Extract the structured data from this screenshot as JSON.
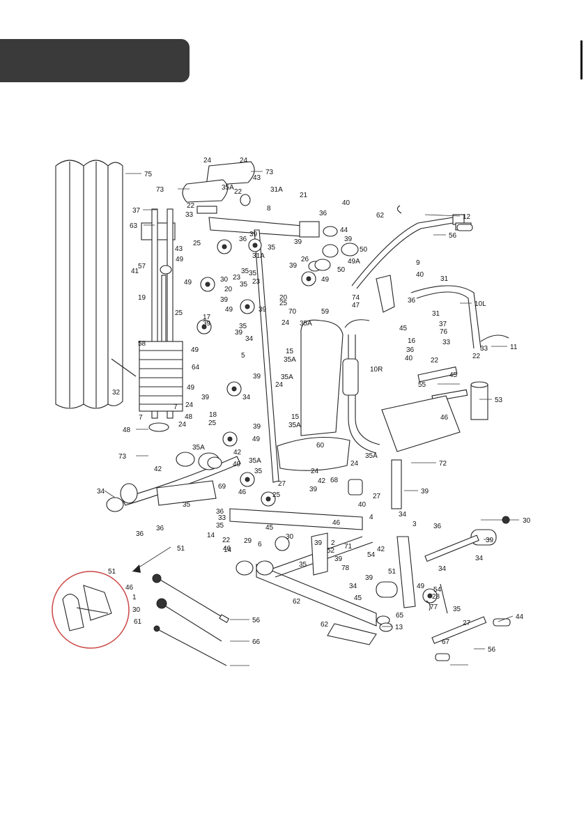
{
  "diagram": {
    "labels": [
      {
        "id": "p75",
        "text": "75"
      },
      {
        "id": "p24a",
        "text": "24"
      },
      {
        "id": "p24b",
        "text": "24"
      },
      {
        "id": "p73a",
        "text": "73"
      },
      {
        "id": "p73b",
        "text": "73"
      },
      {
        "id": "p35Aa",
        "text": "35A"
      },
      {
        "id": "p22a",
        "text": "22"
      },
      {
        "id": "p43a",
        "text": "43"
      },
      {
        "id": "p31A",
        "text": "31A"
      },
      {
        "id": "p21",
        "text": "21"
      },
      {
        "id": "p40a",
        "text": "40"
      },
      {
        "id": "p36a",
        "text": "36"
      },
      {
        "id": "p37a",
        "text": "37"
      },
      {
        "id": "p22b",
        "text": "22"
      },
      {
        "id": "p33a",
        "text": "33"
      },
      {
        "id": "p8",
        "text": "8"
      },
      {
        "id": "p62a",
        "text": "62"
      },
      {
        "id": "p12",
        "text": "12"
      },
      {
        "id": "p63",
        "text": "63"
      },
      {
        "id": "p56a",
        "text": "56"
      },
      {
        "id": "p43b",
        "text": "43"
      },
      {
        "id": "p25a",
        "text": "25"
      },
      {
        "id": "p39a",
        "text": "39"
      },
      {
        "id": "p44a",
        "text": "44"
      },
      {
        "id": "p39b",
        "text": "39"
      },
      {
        "id": "p50a",
        "text": "50"
      },
      {
        "id": "p36b",
        "text": "36"
      },
      {
        "id": "p35a",
        "text": "35"
      },
      {
        "id": "p39c",
        "text": "39"
      },
      {
        "id": "p49a",
        "text": "49"
      },
      {
        "id": "p31Ab",
        "text": "31A"
      },
      {
        "id": "p26",
        "text": "26"
      },
      {
        "id": "p49A",
        "text": "49A"
      },
      {
        "id": "p41",
        "text": "41"
      },
      {
        "id": "p35b",
        "text": "35"
      },
      {
        "id": "p39d",
        "text": "39"
      },
      {
        "id": "p50b",
        "text": "50"
      },
      {
        "id": "p9",
        "text": "9"
      },
      {
        "id": "p57",
        "text": "57"
      },
      {
        "id": "p35c",
        "text": "35"
      },
      {
        "id": "p40b",
        "text": "40"
      },
      {
        "id": "p31",
        "text": "31"
      },
      {
        "id": "p23a",
        "text": "23"
      },
      {
        "id": "p49b",
        "text": "49"
      },
      {
        "id": "p49c",
        "text": "49"
      },
      {
        "id": "p35d",
        "text": "35"
      },
      {
        "id": "p20a",
        "text": "20"
      },
      {
        "id": "p30a",
        "text": "30"
      },
      {
        "id": "p23b",
        "text": "23"
      },
      {
        "id": "p20b",
        "text": "20"
      },
      {
        "id": "p10L",
        "text": "10L"
      },
      {
        "id": "p19",
        "text": "19"
      },
      {
        "id": "p74",
        "text": "74"
      },
      {
        "id": "p36c",
        "text": "36"
      },
      {
        "id": "p39e",
        "text": "39"
      },
      {
        "id": "p25b",
        "text": "25"
      },
      {
        "id": "p47",
        "text": "47"
      },
      {
        "id": "p59",
        "text": "59"
      },
      {
        "id": "p49d",
        "text": "49"
      },
      {
        "id": "p39f",
        "text": "39"
      },
      {
        "id": "p70",
        "text": "70"
      },
      {
        "id": "p25c",
        "text": "25"
      },
      {
        "id": "p31b",
        "text": "31"
      },
      {
        "id": "p17",
        "text": "17"
      },
      {
        "id": "p39g",
        "text": "39"
      },
      {
        "id": "p35Ab",
        "text": "35A"
      },
      {
        "id": "p45a",
        "text": "45"
      },
      {
        "id": "p37b",
        "text": "37"
      },
      {
        "id": "p35e",
        "text": "35"
      },
      {
        "id": "p76",
        "text": "76"
      },
      {
        "id": "p39h",
        "text": "39"
      },
      {
        "id": "p24c",
        "text": "24"
      },
      {
        "id": "p34a",
        "text": "34"
      },
      {
        "id": "p16",
        "text": "16"
      },
      {
        "id": "p33b",
        "text": "33"
      },
      {
        "id": "p58",
        "text": "58"
      },
      {
        "id": "p49e",
        "text": "49"
      },
      {
        "id": "p15a",
        "text": "15"
      },
      {
        "id": "p36d",
        "text": "36"
      },
      {
        "id": "p11",
        "text": "11"
      },
      {
        "id": "p33c",
        "text": "33"
      },
      {
        "id": "p22c",
        "text": "22"
      },
      {
        "id": "p22d",
        "text": "22"
      },
      {
        "id": "p5",
        "text": "5"
      },
      {
        "id": "p35Ac",
        "text": "35A"
      },
      {
        "id": "p40c",
        "text": "40"
      },
      {
        "id": "p10R",
        "text": "10R"
      },
      {
        "id": "p64",
        "text": "64"
      },
      {
        "id": "p45b",
        "text": "45"
      },
      {
        "id": "p32",
        "text": "32"
      },
      {
        "id": "p39i",
        "text": "39"
      },
      {
        "id": "p35Ad",
        "text": "35A"
      },
      {
        "id": "p55",
        "text": "55"
      },
      {
        "id": "p34b",
        "text": "34"
      },
      {
        "id": "p24d",
        "text": "24"
      },
      {
        "id": "p49f",
        "text": "49"
      },
      {
        "id": "p53",
        "text": "53"
      },
      {
        "id": "p39j",
        "text": "39"
      },
      {
        "id": "p46a",
        "text": "46"
      },
      {
        "id": "p7a",
        "text": "7"
      },
      {
        "id": "p24e",
        "text": "24"
      },
      {
        "id": "p18",
        "text": "18"
      },
      {
        "id": "p25d",
        "text": "25"
      },
      {
        "id": "p7b",
        "text": "7"
      },
      {
        "id": "p48a",
        "text": "48"
      },
      {
        "id": "p39k",
        "text": "39"
      },
      {
        "id": "p15b",
        "text": "15"
      },
      {
        "id": "p48b",
        "text": "48"
      },
      {
        "id": "p24f",
        "text": "24"
      },
      {
        "id": "p35Ae",
        "text": "35A"
      },
      {
        "id": "p49g",
        "text": "49"
      },
      {
        "id": "p35Af",
        "text": "35A"
      },
      {
        "id": "p60",
        "text": "60"
      },
      {
        "id": "p73c",
        "text": "73"
      },
      {
        "id": "p42a",
        "text": "42"
      },
      {
        "id": "p72",
        "text": "72"
      },
      {
        "id": "p35Ag",
        "text": "35A"
      },
      {
        "id": "p42b",
        "text": "42"
      },
      {
        "id": "p49h",
        "text": "49"
      },
      {
        "id": "p35f",
        "text": "35"
      },
      {
        "id": "p35Ah",
        "text": "35A"
      },
      {
        "id": "p24g",
        "text": "24"
      },
      {
        "id": "p24h",
        "text": "24"
      },
      {
        "id": "p42c",
        "text": "42"
      },
      {
        "id": "p27a",
        "text": "27"
      },
      {
        "id": "p34c",
        "text": "34"
      },
      {
        "id": "p69",
        "text": "69"
      },
      {
        "id": "p46b",
        "text": "46"
      },
      {
        "id": "p68",
        "text": "68"
      },
      {
        "id": "p27b",
        "text": "27"
      },
      {
        "id": "p39l",
        "text": "39"
      },
      {
        "id": "p35g",
        "text": "35"
      },
      {
        "id": "p25e",
        "text": "25"
      },
      {
        "id": "p39m",
        "text": "39"
      },
      {
        "id": "p36e",
        "text": "36"
      },
      {
        "id": "p40d",
        "text": "40"
      },
      {
        "id": "p4",
        "text": "4"
      },
      {
        "id": "p34d",
        "text": "34"
      },
      {
        "id": "p33d",
        "text": "33"
      },
      {
        "id": "p35h",
        "text": "35"
      },
      {
        "id": "p36f",
        "text": "36"
      },
      {
        "id": "p14a",
        "text": "14"
      },
      {
        "id": "p45c",
        "text": "45"
      },
      {
        "id": "p46c",
        "text": "46"
      },
      {
        "id": "p3",
        "text": "3"
      },
      {
        "id": "p30b",
        "text": "30"
      },
      {
        "id": "p36g",
        "text": "36"
      },
      {
        "id": "p22e",
        "text": "22"
      },
      {
        "id": "p30c",
        "text": "30"
      },
      {
        "id": "p51a",
        "text": "51"
      },
      {
        "id": "p46d",
        "text": "46"
      },
      {
        "id": "p29",
        "text": "29"
      },
      {
        "id": "p6",
        "text": "6"
      },
      {
        "id": "p2",
        "text": "2"
      },
      {
        "id": "p36h",
        "text": "36"
      },
      {
        "id": "p52",
        "text": "52"
      },
      {
        "id": "p71",
        "text": "71"
      },
      {
        "id": "p54a",
        "text": "54"
      },
      {
        "id": "p42d",
        "text": "42"
      },
      {
        "id": "p39n",
        "text": "39"
      },
      {
        "id": "p14b",
        "text": "14"
      },
      {
        "id": "p39o",
        "text": "39"
      },
      {
        "id": "p34e",
        "text": "34"
      },
      {
        "id": "p39p",
        "text": "39"
      },
      {
        "id": "p34f",
        "text": "34"
      },
      {
        "id": "p35i",
        "text": "35"
      },
      {
        "id": "p78",
        "text": "78"
      },
      {
        "id": "p54b",
        "text": "54"
      },
      {
        "id": "p51b",
        "text": "51"
      },
      {
        "id": "p39q",
        "text": "39"
      },
      {
        "id": "p51c",
        "text": "51"
      },
      {
        "id": "p46e",
        "text": "46"
      },
      {
        "id": "p49i",
        "text": "49"
      },
      {
        "id": "p34g",
        "text": "34"
      },
      {
        "id": "p28",
        "text": "28"
      },
      {
        "id": "p1",
        "text": "1"
      },
      {
        "id": "p45d",
        "text": "45"
      },
      {
        "id": "p62b",
        "text": "62"
      },
      {
        "id": "p77",
        "text": "77"
      },
      {
        "id": "p35j",
        "text": "35"
      },
      {
        "id": "p30d",
        "text": "30"
      },
      {
        "id": "p65",
        "text": "65"
      },
      {
        "id": "p61",
        "text": "61"
      },
      {
        "id": "p56b",
        "text": "56"
      },
      {
        "id": "p27c",
        "text": "27"
      },
      {
        "id": "p44b",
        "text": "44"
      },
      {
        "id": "p62c",
        "text": "62"
      },
      {
        "id": "p13",
        "text": "13"
      },
      {
        "id": "p67",
        "text": "67"
      },
      {
        "id": "p56c",
        "text": "56"
      },
      {
        "id": "p66",
        "text": "66"
      }
    ]
  }
}
